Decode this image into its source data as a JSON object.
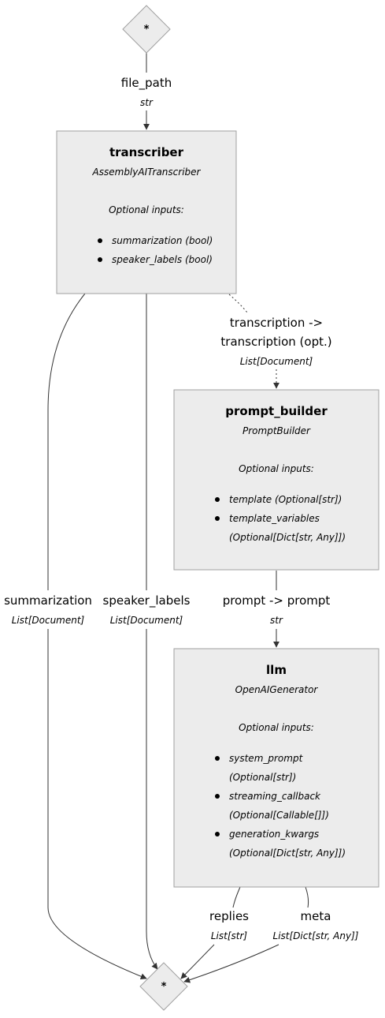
{
  "start_node": {
    "label": "*"
  },
  "end_node": {
    "label": "*"
  },
  "nodes": {
    "transcriber": {
      "name": "transcriber",
      "class": "AssemblyAITranscriber",
      "optional_title": "Optional inputs:",
      "inputs": [
        "summarization (bool)",
        "speaker_labels (bool)"
      ]
    },
    "prompt_builder": {
      "name": "prompt_builder",
      "class": "PromptBuilder",
      "optional_title": "Optional inputs:",
      "inputs": [
        "template (Optional[str])",
        "template_variables",
        "(Optional[Dict[str, Any]])"
      ]
    },
    "llm": {
      "name": "llm",
      "class": "OpenAIGenerator",
      "optional_title": "Optional inputs:",
      "inputs": [
        "system_prompt",
        "(Optional[str])",
        "streaming_callback",
        "(Optional[Callable[]])",
        "generation_kwargs",
        "(Optional[Dict[str, Any]])"
      ]
    }
  },
  "edges": {
    "file_path": {
      "label": "file_path",
      "type": "str"
    },
    "transcription": {
      "label_line1": "transcription ->",
      "label_line2": "transcription (opt.)",
      "type": "List[Document]"
    },
    "summarization": {
      "label": "summarization",
      "type": "List[Document]"
    },
    "speaker_labels": {
      "label": "speaker_labels",
      "type": "List[Document]"
    },
    "prompt": {
      "label": "prompt -> prompt",
      "type": "str"
    },
    "replies": {
      "label": "replies",
      "type": "List[str]"
    },
    "meta": {
      "label": "meta",
      "type": "List[Dict[str, Any]]"
    }
  }
}
